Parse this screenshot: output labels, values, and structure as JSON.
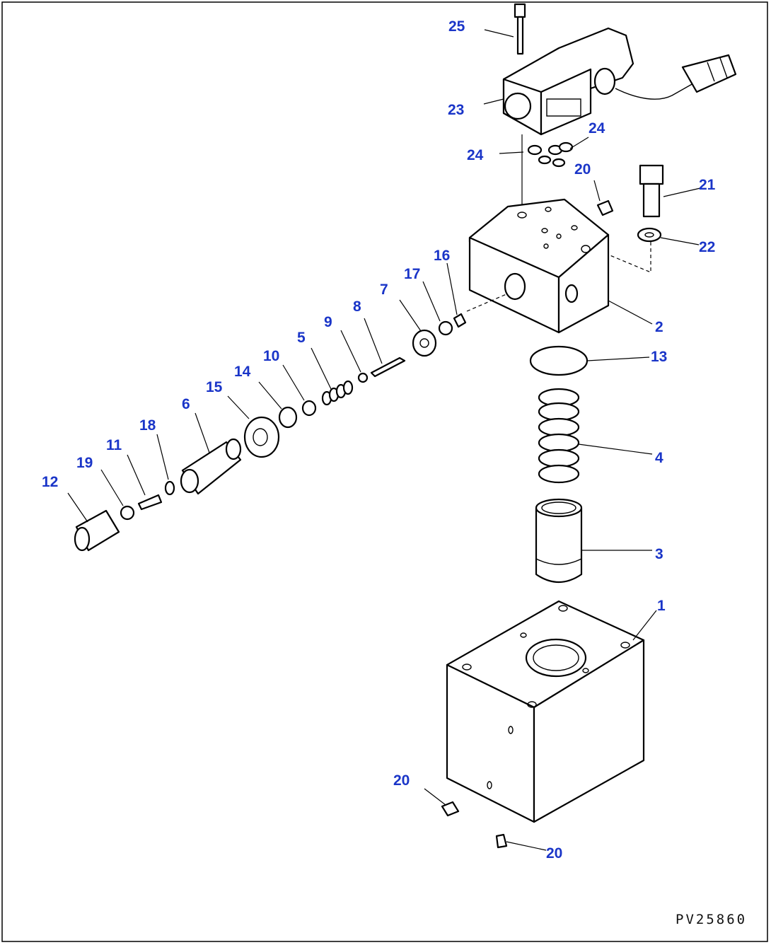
{
  "drawing_code": "PV25860",
  "callouts": [
    {
      "id": "c25",
      "label": "25"
    },
    {
      "id": "c23",
      "label": "23"
    },
    {
      "id": "c24a",
      "label": "24"
    },
    {
      "id": "c24b",
      "label": "24"
    },
    {
      "id": "c20a",
      "label": "20"
    },
    {
      "id": "c21",
      "label": "21"
    },
    {
      "id": "c22",
      "label": "22"
    },
    {
      "id": "c16",
      "label": "16"
    },
    {
      "id": "c17",
      "label": "17"
    },
    {
      "id": "c7",
      "label": "7"
    },
    {
      "id": "c8",
      "label": "8"
    },
    {
      "id": "c9",
      "label": "9"
    },
    {
      "id": "c5",
      "label": "5"
    },
    {
      "id": "c10",
      "label": "10"
    },
    {
      "id": "c14",
      "label": "14"
    },
    {
      "id": "c15",
      "label": "15"
    },
    {
      "id": "c6",
      "label": "6"
    },
    {
      "id": "c18",
      "label": "18"
    },
    {
      "id": "c11",
      "label": "11"
    },
    {
      "id": "c19",
      "label": "19"
    },
    {
      "id": "c12",
      "label": "12"
    },
    {
      "id": "c2",
      "label": "2"
    },
    {
      "id": "c13",
      "label": "13"
    },
    {
      "id": "c4",
      "label": "4"
    },
    {
      "id": "c3",
      "label": "3"
    },
    {
      "id": "c1",
      "label": "1"
    },
    {
      "id": "c20b",
      "label": "20"
    },
    {
      "id": "c20c",
      "label": "20"
    }
  ]
}
